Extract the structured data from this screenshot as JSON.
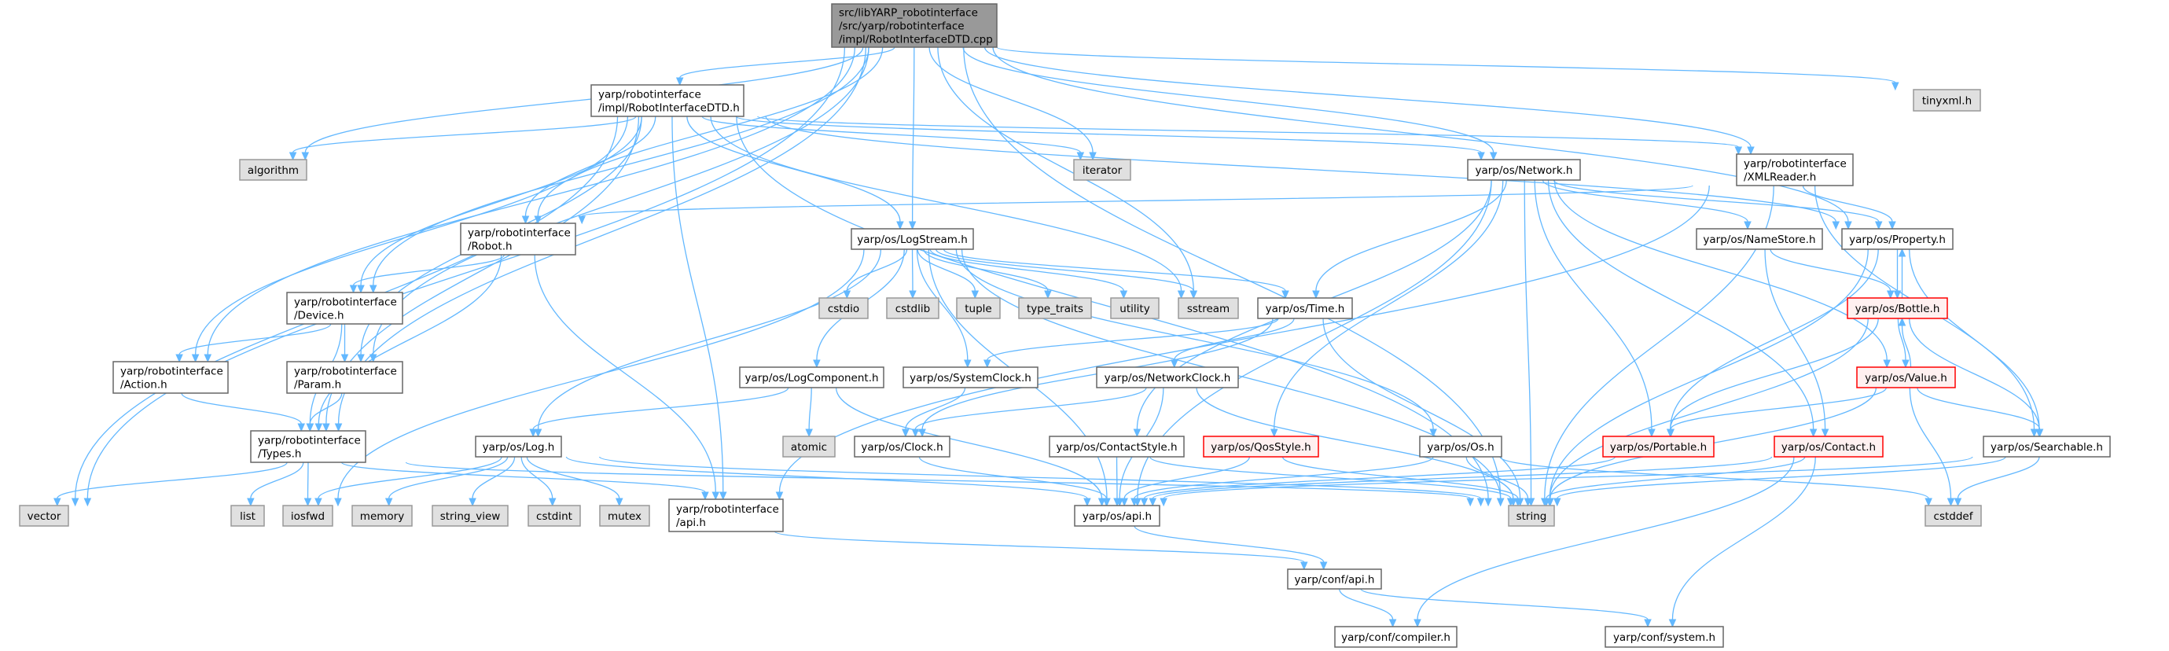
{
  "colors": {
    "edge": "#63b8ff",
    "root_fill": "#999999",
    "external_fill": "#e0e0e0",
    "red_border": "#ff0000"
  },
  "nodes": {
    "root": {
      "lines": [
        "src/libYARP_robotinterface",
        "/src/yarp/robotinterface",
        "/impl/RobotInterfaceDTD.cpp"
      ],
      "kind": "root"
    },
    "dtd": {
      "lines": [
        "yarp/robotinterface",
        "/impl/RobotInterfaceDTD.h"
      ],
      "kind": "normal"
    },
    "algorithm": {
      "lines": [
        "algorithm"
      ],
      "kind": "ext"
    },
    "iterator": {
      "lines": [
        "iterator"
      ],
      "kind": "ext"
    },
    "network": {
      "lines": [
        "yarp/os/Network.h"
      ],
      "kind": "normal"
    },
    "xmlreader": {
      "lines": [
        "yarp/robotinterface",
        "/XMLReader.h"
      ],
      "kind": "normal"
    },
    "tinyxml": {
      "lines": [
        "tinyxml.h"
      ],
      "kind": "ext"
    },
    "robot": {
      "lines": [
        "yarp/robotinterface",
        "/Robot.h"
      ],
      "kind": "normal"
    },
    "logstream": {
      "lines": [
        "yarp/os/LogStream.h"
      ],
      "kind": "normal"
    },
    "namestore": {
      "lines": [
        "yarp/os/NameStore.h"
      ],
      "kind": "normal"
    },
    "property": {
      "lines": [
        "yarp/os/Property.h"
      ],
      "kind": "normal"
    },
    "device": {
      "lines": [
        "yarp/robotinterface",
        "/Device.h"
      ],
      "kind": "normal"
    },
    "cstdio": {
      "lines": [
        "cstdio"
      ],
      "kind": "ext"
    },
    "cstdlib": {
      "lines": [
        "cstdlib"
      ],
      "kind": "ext"
    },
    "tuple": {
      "lines": [
        "tuple"
      ],
      "kind": "ext"
    },
    "type_traits": {
      "lines": [
        "type_traits"
      ],
      "kind": "ext"
    },
    "utility": {
      "lines": [
        "utility"
      ],
      "kind": "ext"
    },
    "sstream": {
      "lines": [
        "sstream"
      ],
      "kind": "ext"
    },
    "time": {
      "lines": [
        "yarp/os/Time.h"
      ],
      "kind": "normal"
    },
    "bottle": {
      "lines": [
        "yarp/os/Bottle.h"
      ],
      "kind": "red"
    },
    "action": {
      "lines": [
        "yarp/robotinterface",
        "/Action.h"
      ],
      "kind": "normal"
    },
    "param": {
      "lines": [
        "yarp/robotinterface",
        "/Param.h"
      ],
      "kind": "normal"
    },
    "logcomponent": {
      "lines": [
        "yarp/os/LogComponent.h"
      ],
      "kind": "normal"
    },
    "systemclock": {
      "lines": [
        "yarp/os/SystemClock.h"
      ],
      "kind": "normal"
    },
    "networkclock": {
      "lines": [
        "yarp/os/NetworkClock.h"
      ],
      "kind": "normal"
    },
    "value": {
      "lines": [
        "yarp/os/Value.h"
      ],
      "kind": "red"
    },
    "types": {
      "lines": [
        "yarp/robotinterface",
        "/Types.h"
      ],
      "kind": "normal"
    },
    "log": {
      "lines": [
        "yarp/os/Log.h"
      ],
      "kind": "normal"
    },
    "atomic": {
      "lines": [
        "atomic"
      ],
      "kind": "ext"
    },
    "clock": {
      "lines": [
        "yarp/os/Clock.h"
      ],
      "kind": "normal"
    },
    "contactstyle": {
      "lines": [
        "yarp/os/ContactStyle.h"
      ],
      "kind": "normal"
    },
    "qosstyle": {
      "lines": [
        "yarp/os/QosStyle.h"
      ],
      "kind": "red"
    },
    "os": {
      "lines": [
        "yarp/os/Os.h"
      ],
      "kind": "normal"
    },
    "portable": {
      "lines": [
        "yarp/os/Portable.h"
      ],
      "kind": "red"
    },
    "contact": {
      "lines": [
        "yarp/os/Contact.h"
      ],
      "kind": "red"
    },
    "searchable": {
      "lines": [
        "yarp/os/Searchable.h"
      ],
      "kind": "normal"
    },
    "vector": {
      "lines": [
        "vector"
      ],
      "kind": "ext"
    },
    "list": {
      "lines": [
        "list"
      ],
      "kind": "ext"
    },
    "iosfwd": {
      "lines": [
        "iosfwd"
      ],
      "kind": "ext"
    },
    "memory": {
      "lines": [
        "memory"
      ],
      "kind": "ext"
    },
    "string_view": {
      "lines": [
        "string_view"
      ],
      "kind": "ext"
    },
    "cstdint": {
      "lines": [
        "cstdint"
      ],
      "kind": "ext"
    },
    "mutex": {
      "lines": [
        "mutex"
      ],
      "kind": "ext"
    },
    "ri_api": {
      "lines": [
        "yarp/robotinterface",
        "/api.h"
      ],
      "kind": "normal"
    },
    "os_api": {
      "lines": [
        "yarp/os/api.h"
      ],
      "kind": "normal"
    },
    "string": {
      "lines": [
        "string"
      ],
      "kind": "ext"
    },
    "cstddef": {
      "lines": [
        "cstddef"
      ],
      "kind": "ext"
    },
    "conf_api": {
      "lines": [
        "yarp/conf/api.h"
      ],
      "kind": "normal"
    },
    "compiler": {
      "lines": [
        "yarp/conf/compiler.h"
      ],
      "kind": "normal"
    },
    "system": {
      "lines": [
        "yarp/conf/system.h"
      ],
      "kind": "normal"
    }
  },
  "edges": [
    [
      "root",
      "dtd"
    ],
    [
      "root",
      "algorithm"
    ],
    [
      "root",
      "iterator"
    ],
    [
      "root",
      "network"
    ],
    [
      "root",
      "xmlreader"
    ],
    [
      "root",
      "tinyxml"
    ],
    [
      "root",
      "robot"
    ],
    [
      "root",
      "logstream"
    ],
    [
      "root",
      "device"
    ],
    [
      "root",
      "action"
    ],
    [
      "root",
      "param"
    ],
    [
      "root",
      "types"
    ],
    [
      "root",
      "vector"
    ],
    [
      "root",
      "sstream"
    ],
    [
      "root",
      "string"
    ],
    [
      "root",
      "property"
    ],
    [
      "dtd",
      "algorithm"
    ],
    [
      "dtd",
      "iterator"
    ],
    [
      "dtd",
      "network"
    ],
    [
      "dtd",
      "xmlreader"
    ],
    [
      "dtd",
      "property"
    ],
    [
      "dtd",
      "robot"
    ],
    [
      "dtd",
      "logstream"
    ],
    [
      "dtd",
      "device"
    ],
    [
      "dtd",
      "action"
    ],
    [
      "dtd",
      "param"
    ],
    [
      "dtd",
      "types"
    ],
    [
      "dtd",
      "vector"
    ],
    [
      "dtd",
      "ri_api"
    ],
    [
      "dtd",
      "string"
    ],
    [
      "dtd",
      "sstream"
    ],
    [
      "xmlreader",
      "robot"
    ],
    [
      "xmlreader",
      "property"
    ],
    [
      "xmlreader",
      "searchable"
    ],
    [
      "xmlreader",
      "string"
    ],
    [
      "xmlreader",
      "ri_api"
    ],
    [
      "network",
      "time"
    ],
    [
      "network",
      "namestore"
    ],
    [
      "network",
      "property"
    ],
    [
      "network",
      "portable"
    ],
    [
      "network",
      "contact"
    ],
    [
      "network",
      "contactstyle"
    ],
    [
      "network",
      "qosstyle"
    ],
    [
      "network",
      "value"
    ],
    [
      "network",
      "string"
    ],
    [
      "network",
      "os_api"
    ],
    [
      "robot",
      "device"
    ],
    [
      "robot",
      "types"
    ],
    [
      "robot",
      "ri_api"
    ],
    [
      "device",
      "action"
    ],
    [
      "device",
      "param"
    ],
    [
      "device",
      "types"
    ],
    [
      "action",
      "types"
    ],
    [
      "param",
      "types"
    ],
    [
      "types",
      "vector"
    ],
    [
      "types",
      "list"
    ],
    [
      "types",
      "iosfwd"
    ],
    [
      "types",
      "ri_api"
    ],
    [
      "types",
      "string"
    ],
    [
      "logstream",
      "cstdio"
    ],
    [
      "logstream",
      "cstdlib"
    ],
    [
      "logstream",
      "tuple"
    ],
    [
      "logstream",
      "type_traits"
    ],
    [
      "logstream",
      "utility"
    ],
    [
      "logstream",
      "sstream"
    ],
    [
      "logstream",
      "time"
    ],
    [
      "logstream",
      "logcomponent"
    ],
    [
      "logstream",
      "systemclock"
    ],
    [
      "logstream",
      "log"
    ],
    [
      "logstream",
      "iosfwd"
    ],
    [
      "logstream",
      "os_api"
    ],
    [
      "logstream",
      "os"
    ],
    [
      "logstream",
      "string"
    ],
    [
      "time",
      "systemclock"
    ],
    [
      "time",
      "networkclock"
    ],
    [
      "time",
      "clock"
    ],
    [
      "time",
      "string"
    ],
    [
      "logcomponent",
      "log"
    ],
    [
      "logcomponent",
      "atomic"
    ],
    [
      "logcomponent",
      "os_api"
    ],
    [
      "systemclock",
      "clock"
    ],
    [
      "networkclock",
      "clock"
    ],
    [
      "networkclock",
      "os_api"
    ],
    [
      "networkclock",
      "string"
    ],
    [
      "log",
      "iosfwd"
    ],
    [
      "log",
      "memory"
    ],
    [
      "log",
      "string_view"
    ],
    [
      "log",
      "cstdint"
    ],
    [
      "log",
      "mutex"
    ],
    [
      "log",
      "os_api"
    ],
    [
      "log",
      "string"
    ],
    [
      "clock",
      "os_api"
    ],
    [
      "contactstyle",
      "os_api"
    ],
    [
      "contactstyle",
      "string"
    ],
    [
      "qosstyle",
      "os_api"
    ],
    [
      "qosstyle",
      "string"
    ],
    [
      "os",
      "os_api"
    ],
    [
      "os",
      "string"
    ],
    [
      "os",
      "cstddef"
    ],
    [
      "portable",
      "os_api"
    ],
    [
      "contact",
      "os_api"
    ],
    [
      "contact",
      "string"
    ],
    [
      "contact",
      "compiler"
    ],
    [
      "contact",
      "system"
    ],
    [
      "searchable",
      "os_api"
    ],
    [
      "searchable",
      "string"
    ],
    [
      "searchable",
      "cstddef"
    ],
    [
      "namestore",
      "bottle"
    ],
    [
      "namestore",
      "contact"
    ],
    [
      "property",
      "bottle"
    ],
    [
      "property",
      "portable"
    ],
    [
      "property",
      "searchable"
    ],
    [
      "property",
      "string"
    ],
    [
      "bottle",
      "property"
    ],
    [
      "bottle",
      "value"
    ],
    [
      "bottle",
      "portable"
    ],
    [
      "bottle",
      "searchable"
    ],
    [
      "bottle",
      "string"
    ],
    [
      "value",
      "bottle"
    ],
    [
      "value",
      "portable"
    ],
    [
      "value",
      "searchable"
    ],
    [
      "value",
      "string"
    ],
    [
      "value",
      "cstddef"
    ],
    [
      "os_api",
      "conf_api"
    ],
    [
      "ri_api",
      "conf_api"
    ],
    [
      "conf_api",
      "compiler"
    ],
    [
      "conf_api",
      "system"
    ]
  ]
}
